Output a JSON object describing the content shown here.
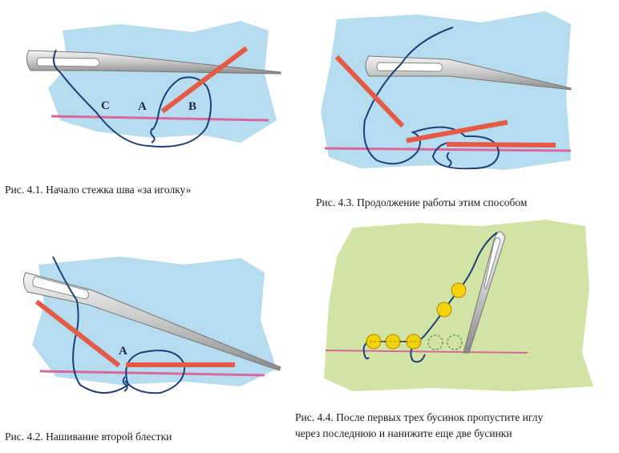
{
  "figures": [
    {
      "id": "fig-4-1",
      "caption": "Рис. 4.1. Начало стежка шва «за иголку»",
      "labels": [
        "С",
        "А",
        "В"
      ]
    },
    {
      "id": "fig-4-3",
      "caption": "Рис. 4.3. Продолжение работы этим способом",
      "labels": []
    },
    {
      "id": "fig-4-2",
      "caption": "Рис. 4.2. Нашивание второй блестки",
      "labels": [
        "А"
      ]
    },
    {
      "id": "fig-4-4",
      "caption_lines": [
        "Рис. 4.4. После первых трех бусинок пропустите иглу",
        "через последнюю и нанижите еще две бусинки"
      ],
      "labels": []
    }
  ],
  "colors": {
    "water_blue": "#a9d6ec",
    "water_green": "#cfe3a0",
    "thread": "#1f3f77",
    "sequin": "#e45a45",
    "fabric_line": "#d9679a",
    "bead": "#f2d20a"
  }
}
